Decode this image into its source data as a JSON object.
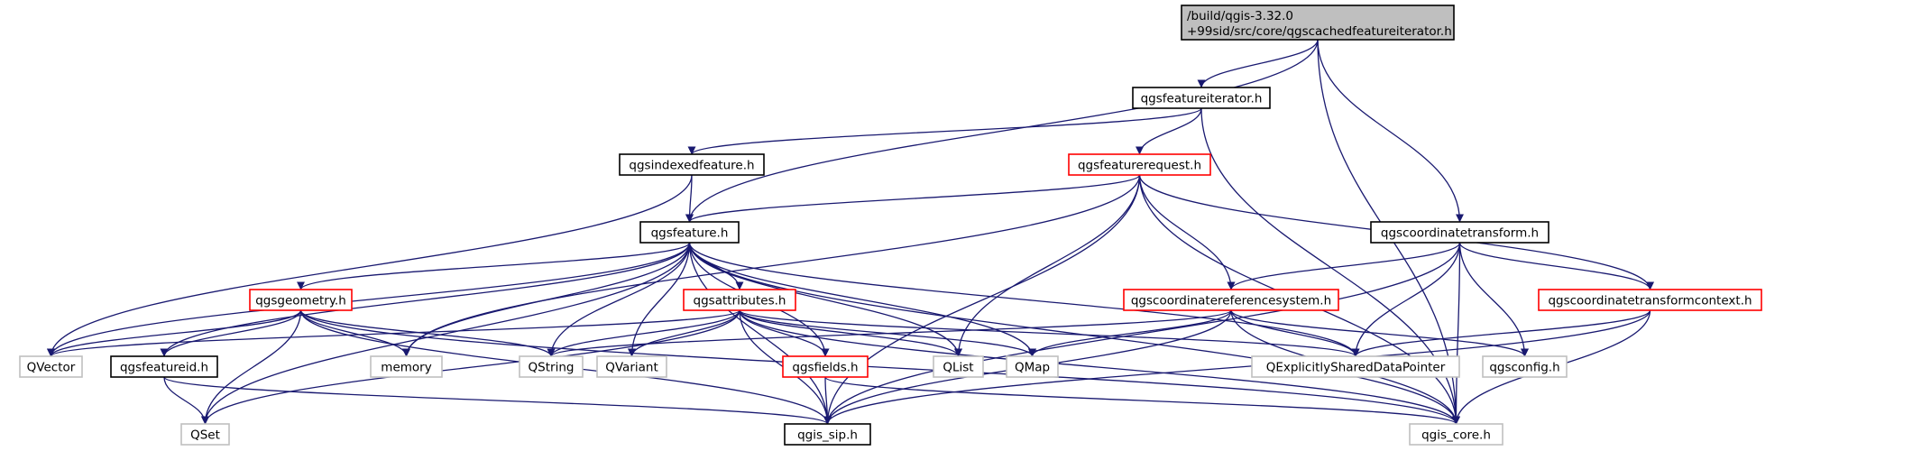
{
  "colors": {
    "edge": "#191970",
    "root_fill": "#bfbfbf",
    "documented_border": "#000000",
    "truncated_border": "#ff0000",
    "external_border": "#bfbfbf",
    "external_text": "#000000"
  },
  "nodes": [
    {
      "id": "root",
      "label_lines": [
        "/build/qgis-3.32.0",
        "+99sid/src/core/qgscachedfeatureiterator.h"
      ],
      "kind": "root"
    },
    {
      "id": "qgsfeatureiterator",
      "label_lines": [
        "qgsfeatureiterator.h"
      ],
      "kind": "documented"
    },
    {
      "id": "qgsindexedfeature",
      "label_lines": [
        "qgsindexedfeature.h"
      ],
      "kind": "documented"
    },
    {
      "id": "qgsfeaturerequest",
      "label_lines": [
        "qgsfeaturerequest.h"
      ],
      "kind": "truncated"
    },
    {
      "id": "qgsfeature",
      "label_lines": [
        "qgsfeature.h"
      ],
      "kind": "documented"
    },
    {
      "id": "qgscoordinatetransform",
      "label_lines": [
        "qgscoordinatetransform.h"
      ],
      "kind": "documented"
    },
    {
      "id": "qgsgeometry",
      "label_lines": [
        "qgsgeometry.h"
      ],
      "kind": "truncated"
    },
    {
      "id": "qgsattributes",
      "label_lines": [
        "qgsattributes.h"
      ],
      "kind": "truncated"
    },
    {
      "id": "qgscoordinatereferencesystem",
      "label_lines": [
        "qgscoordinatereferencesystem.h"
      ],
      "kind": "truncated"
    },
    {
      "id": "qgscoordinatetransformcontext",
      "label_lines": [
        "qgscoordinatetransformcontext.h"
      ],
      "kind": "truncated"
    },
    {
      "id": "QVector",
      "label_lines": [
        "QVector"
      ],
      "kind": "external"
    },
    {
      "id": "qgsfeatureid",
      "label_lines": [
        "qgsfeatureid.h"
      ],
      "kind": "documented"
    },
    {
      "id": "memory",
      "label_lines": [
        "memory"
      ],
      "kind": "external"
    },
    {
      "id": "QString",
      "label_lines": [
        "QString"
      ],
      "kind": "external"
    },
    {
      "id": "QVariant",
      "label_lines": [
        "QVariant"
      ],
      "kind": "external"
    },
    {
      "id": "qgsfields",
      "label_lines": [
        "qgsfields.h"
      ],
      "kind": "truncated"
    },
    {
      "id": "QList",
      "label_lines": [
        "QList"
      ],
      "kind": "external"
    },
    {
      "id": "QMap",
      "label_lines": [
        "QMap"
      ],
      "kind": "external"
    },
    {
      "id": "QExplicitlySharedDataPointer",
      "label_lines": [
        "QExplicitlySharedDataPointer"
      ],
      "kind": "external"
    },
    {
      "id": "qgsconfig",
      "label_lines": [
        "qgsconfig.h"
      ],
      "kind": "external"
    },
    {
      "id": "QSet",
      "label_lines": [
        "QSet"
      ],
      "kind": "external"
    },
    {
      "id": "qgis_sip",
      "label_lines": [
        "qgis_sip.h"
      ],
      "kind": "documented"
    },
    {
      "id": "qgis_core",
      "label_lines": [
        "qgis_core.h"
      ],
      "kind": "external"
    }
  ],
  "edges": [
    [
      "root",
      "qgsfeatureiterator"
    ],
    [
      "root",
      "qgsfeature"
    ],
    [
      "root",
      "qgscoordinatetransform"
    ],
    [
      "root",
      "qgis_core"
    ],
    [
      "qgsfeatureiterator",
      "qgsindexedfeature"
    ],
    [
      "qgsfeatureiterator",
      "qgsfeaturerequest"
    ],
    [
      "qgsfeatureiterator",
      "qgis_core"
    ],
    [
      "qgsindexedfeature",
      "qgsfeature"
    ],
    [
      "qgsindexedfeature",
      "QVector"
    ],
    [
      "qgsfeaturerequest",
      "qgsfeature"
    ],
    [
      "qgsfeaturerequest",
      "qgscoordinatereferencesystem"
    ],
    [
      "qgsfeaturerequest",
      "qgscoordinatetransformcontext"
    ],
    [
      "qgsfeaturerequest",
      "memory"
    ],
    [
      "qgsfeaturerequest",
      "QList"
    ],
    [
      "qgsfeaturerequest",
      "qgis_sip"
    ],
    [
      "qgsfeaturerequest",
      "qgis_core"
    ],
    [
      "qgsfeature",
      "qgsgeometry"
    ],
    [
      "qgsfeature",
      "qgsattributes"
    ],
    [
      "qgsfeature",
      "qgsfields"
    ],
    [
      "qgsfeature",
      "qgsfeatureid"
    ],
    [
      "qgsfeature",
      "QVector"
    ],
    [
      "qgsfeature",
      "memory"
    ],
    [
      "qgsfeature",
      "QString"
    ],
    [
      "qgsfeature",
      "QVariant"
    ],
    [
      "qgsfeature",
      "QList"
    ],
    [
      "qgsfeature",
      "QMap"
    ],
    [
      "qgsfeature",
      "QExplicitlySharedDataPointer"
    ],
    [
      "qgsfeature",
      "QSet"
    ],
    [
      "qgsfeature",
      "qgis_sip"
    ],
    [
      "qgsfeature",
      "qgis_core"
    ],
    [
      "qgscoordinatetransform",
      "qgscoordinatereferencesystem"
    ],
    [
      "qgscoordinatetransform",
      "qgscoordinatetransformcontext"
    ],
    [
      "qgscoordinatetransform",
      "QExplicitlySharedDataPointer"
    ],
    [
      "qgscoordinatetransform",
      "qgsconfig"
    ],
    [
      "qgscoordinatetransform",
      "qgis_sip"
    ],
    [
      "qgscoordinatetransform",
      "qgis_core"
    ],
    [
      "qgsgeometry",
      "QVector"
    ],
    [
      "qgsgeometry",
      "qgsfeatureid"
    ],
    [
      "qgsgeometry",
      "memory"
    ],
    [
      "qgsgeometry",
      "QString"
    ],
    [
      "qgsgeometry",
      "QSet"
    ],
    [
      "qgsgeometry",
      "qgis_sip"
    ],
    [
      "qgsgeometry",
      "qgis_core"
    ],
    [
      "qgsattributes",
      "QVector"
    ],
    [
      "qgsattributes",
      "QString"
    ],
    [
      "qgsattributes",
      "QVariant"
    ],
    [
      "qgsattributes",
      "qgsfields"
    ],
    [
      "qgsattributes",
      "QList"
    ],
    [
      "qgsattributes",
      "QMap"
    ],
    [
      "qgsattributes",
      "QExplicitlySharedDataPointer"
    ],
    [
      "qgsattributes",
      "QSet"
    ],
    [
      "qgsattributes",
      "qgis_sip"
    ],
    [
      "qgsattributes",
      "qgis_core"
    ],
    [
      "qgscoordinatereferencesystem",
      "QString"
    ],
    [
      "qgscoordinatereferencesystem",
      "QMap"
    ],
    [
      "qgscoordinatereferencesystem",
      "QExplicitlySharedDataPointer"
    ],
    [
      "qgscoordinatereferencesystem",
      "qgsconfig"
    ],
    [
      "qgscoordinatereferencesystem",
      "qgis_sip"
    ],
    [
      "qgscoordinatereferencesystem",
      "qgis_core"
    ],
    [
      "qgscoordinatetransformcontext",
      "QExplicitlySharedDataPointer"
    ],
    [
      "qgscoordinatetransformcontext",
      "qgis_sip"
    ],
    [
      "qgscoordinatetransformcontext",
      "qgis_core"
    ],
    [
      "qgsfields",
      "qgis_sip"
    ],
    [
      "qgsfields",
      "qgis_core"
    ],
    [
      "qgsfeatureid",
      "QSet"
    ],
    [
      "qgsfeatureid",
      "qgis_sip"
    ]
  ]
}
